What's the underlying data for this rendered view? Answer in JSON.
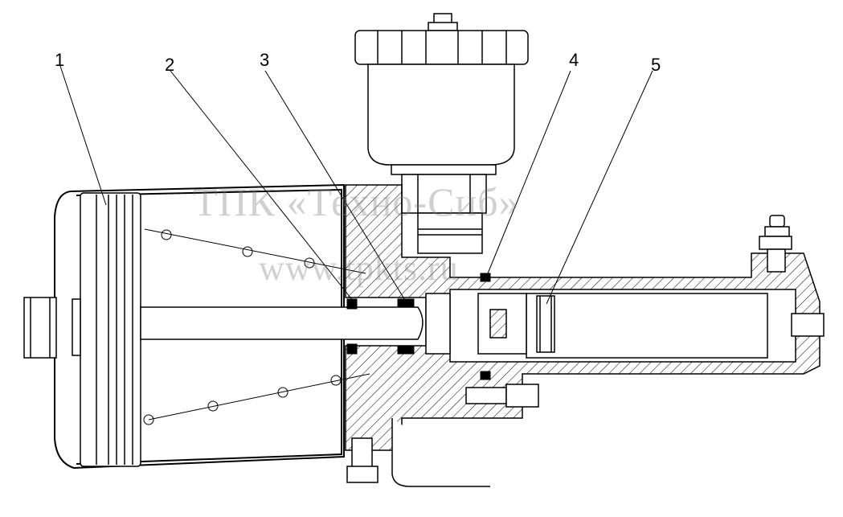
{
  "callouts": [
    {
      "id": "1",
      "label": "1"
    },
    {
      "id": "2",
      "label": "2"
    },
    {
      "id": "3",
      "label": "3"
    },
    {
      "id": "4",
      "label": "4"
    },
    {
      "id": "5",
      "label": "5"
    }
  ],
  "watermark": {
    "line1": "ТПК «Техно-Сиб»",
    "line2": "www.tpkts.ru"
  },
  "colors": {
    "line": "#000000",
    "background": "#ffffff",
    "watermark": "#8a8a8a"
  }
}
